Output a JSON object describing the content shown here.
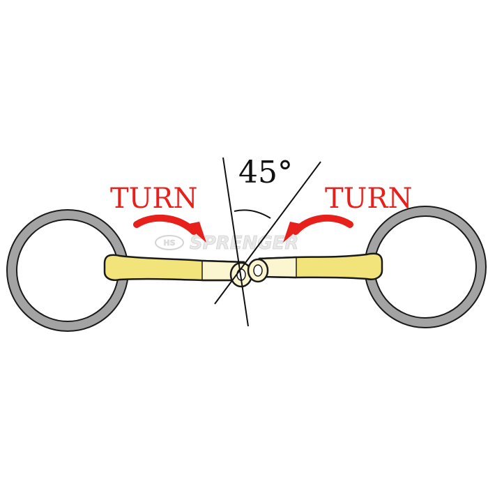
{
  "labels": {
    "turn_left": "TURN",
    "turn_right": "TURN",
    "angle": "45°"
  },
  "watermark": {
    "badge": "HS",
    "brand": "SPRENGER"
  },
  "colors": {
    "arrow_red": "#e8201c",
    "ring_gray": "#9a9a9a",
    "mouthpiece_yellow": "#f2e37a",
    "mouthpiece_pale": "#fbf6cf",
    "outline": "#1a1a1a"
  }
}
